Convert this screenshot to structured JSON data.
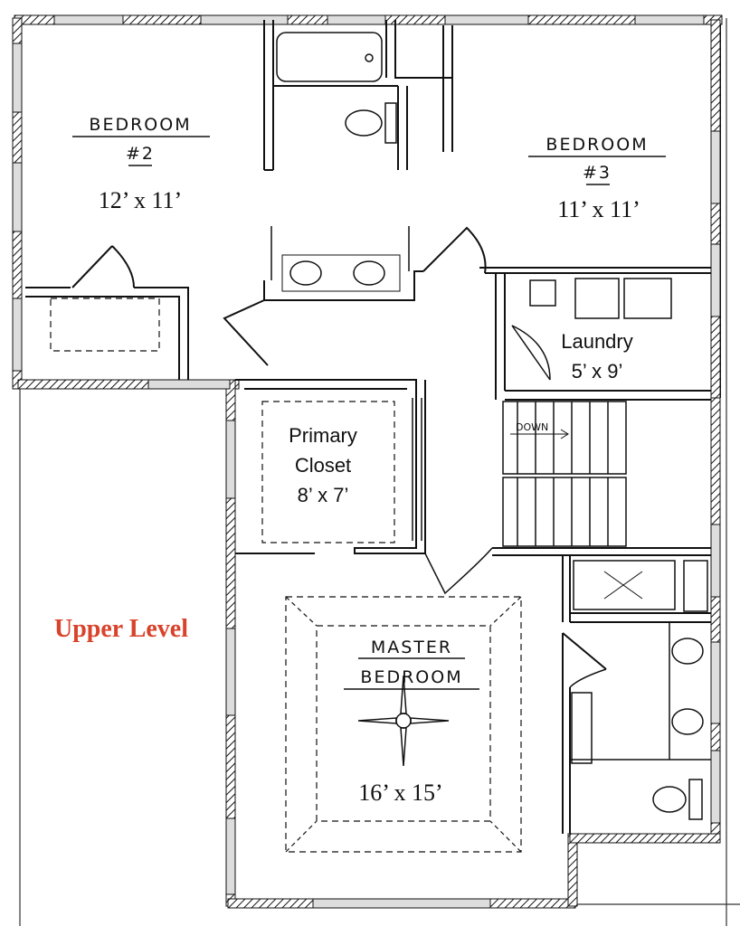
{
  "title": {
    "text": "Upper Level",
    "color": "#d9432b"
  },
  "rooms": {
    "bedroom2": {
      "name": "BEDROOM",
      "number": "#2",
      "size": "12’ x 11’"
    },
    "bedroom3": {
      "name": "BEDROOM",
      "number": "#3",
      "size": "11’ x 11’"
    },
    "laundry": {
      "name": "Laundry",
      "size": "5’ x 9’"
    },
    "closet": {
      "line1": "Primary",
      "line2": "Closet",
      "size": "8’ x 7’"
    },
    "master": {
      "line1": "MASTER",
      "line2": "BEDROOM",
      "size": "16’ x 15’"
    }
  },
  "stairs": {
    "label": "DOWN"
  }
}
